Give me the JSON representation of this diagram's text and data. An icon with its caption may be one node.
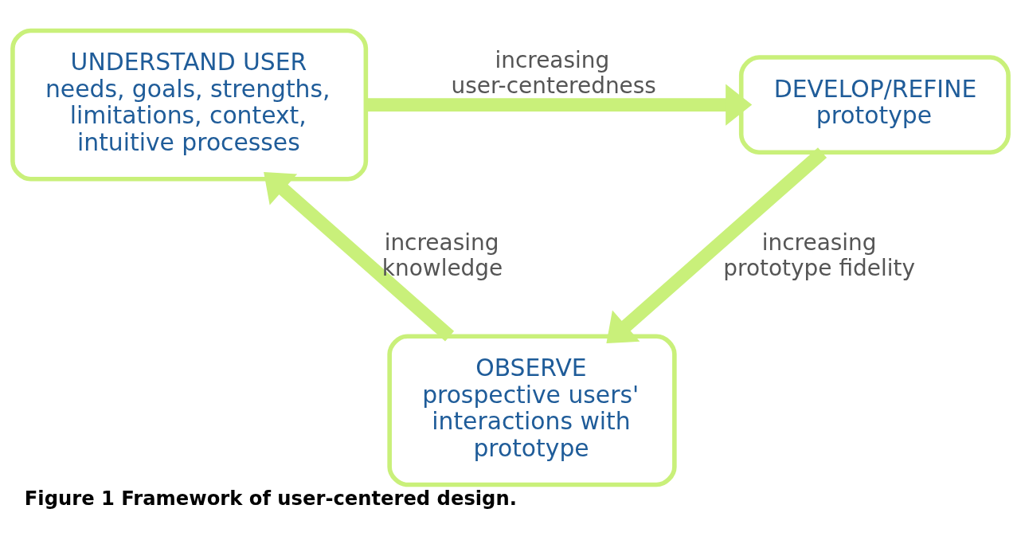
{
  "diagram": {
    "caption": "Figure 1 Framework of user-centered design.",
    "nodes": [
      {
        "text": [
          "UNDERSTAND USER",
          "needs, goals, strengths, limitations, context, intuitive processes"
        ]
      },
      {
        "text": [
          "DEVELOP/REFINE",
          "prototype"
        ]
      },
      {
        "text": [
          "OBSERVE",
          "prospective users' interactions with prototype"
        ]
      }
    ],
    "edges": [
      {
        "from": 0,
        "to": 1,
        "arrow": "to",
        "label": "increasing user-centeredness"
      },
      {
        "from": 1,
        "to": 2,
        "arrow": "to",
        "label": "increasing prototype fidelity"
      },
      {
        "from": 2,
        "to": 0,
        "arrow": "to",
        "label": "increasing knowledge"
      }
    ]
  }
}
